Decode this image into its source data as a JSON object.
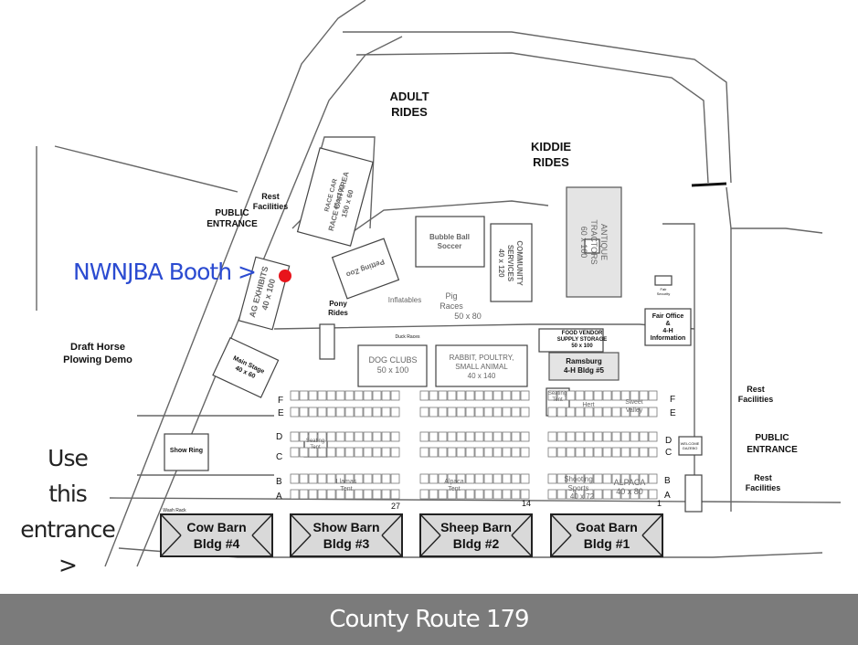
{
  "map": {
    "areas": {
      "adult_rides": [
        "ADULT",
        "RIDES"
      ],
      "kiddie_rides": [
        "KIDDIE",
        "RIDES"
      ],
      "public_entrance_nw": [
        "PUBLIC",
        "ENTRANCE"
      ],
      "public_entrance_e": [
        "PUBLIC",
        "ENTRANCE"
      ],
      "rest_nw": [
        "Rest",
        "Facilities"
      ],
      "rest_e1": [
        "Rest",
        "Facilities"
      ],
      "rest_e2": [
        "Rest",
        "Facilities"
      ],
      "draft_horse": [
        "Draft Horse",
        "Plowing Demo"
      ],
      "race_car": [
        "RACE CAR",
        "40 x 100"
      ],
      "race_car_area": [
        "RACE CAR AREA",
        "150 x 60"
      ],
      "ag_exhibits": [
        "AG EXHIBITS",
        "40 x 100"
      ],
      "petting_zoo": "Petting Zoo",
      "inflatables": "Inflatables",
      "bubble_ball": [
        "Bubble Ball",
        "Soccer"
      ],
      "pig_races": [
        "Pig",
        "Races",
        "50 x 80"
      ],
      "community_services": [
        "COMMUNITY",
        "SERVICES",
        "40 x 120"
      ],
      "antique_tractors": [
        "ANTIQUE",
        "TRACTORS",
        "60 x 160"
      ],
      "pony_rides": [
        "Pony",
        "Rides"
      ],
      "main_stage": [
        "Main Stage",
        "40 x 60"
      ],
      "dog_clubs": [
        "DOG CLUBS",
        "50 x 100"
      ],
      "rabbit_poultry": [
        "RABBIT, POULTRY,",
        "SMALL ANIMAL",
        "40 x 140"
      ],
      "food_vendor": [
        "FOOD VENDOR",
        "SUPPLY STORAGE",
        "50 x 100"
      ],
      "ramsburg": [
        "Ramsburg",
        "4-H Bldg #5"
      ],
      "fair_office": [
        "Fair Office",
        "&",
        "4-H",
        "Information"
      ],
      "fair_security": [
        "Fair",
        "Security"
      ],
      "show_ring": "Show Ring",
      "seating_tent_1": [
        "Seating",
        "Tent"
      ],
      "seating_tent_2": [
        "Seating",
        "Tent"
      ],
      "llamas_tent": [
        "Llamas",
        "Tent"
      ],
      "alpaca_tent": [
        "Alpaca",
        "Tent"
      ],
      "shooting_sports": [
        "Shooting",
        "Sports",
        "40 x 72"
      ],
      "alpaca": [
        "ALPACA",
        "40 x 80"
      ],
      "hert": "Hert",
      "sweet_valley": [
        "Sweet",
        "Valley"
      ],
      "welcome_gazebo": [
        "WELCOME",
        "GAZEBO"
      ],
      "duck_races": "Duck Races",
      "wash_rack": "Wash Rack",
      "row_letters": [
        "F",
        "E",
        "D",
        "C",
        "B",
        "A"
      ],
      "lot_numbers": [
        "27",
        "14",
        "1"
      ]
    },
    "barns": [
      {
        "name": "Cow Barn",
        "bldg": "Bldg #4"
      },
      {
        "name": "Show Barn",
        "bldg": "Bldg #3"
      },
      {
        "name": "Sheep Barn",
        "bldg": "Bldg #2"
      },
      {
        "name": "Goat Barn",
        "bldg": "Bldg #1"
      }
    ]
  },
  "overlay": {
    "booth_label": "NWNJBA Booth >",
    "booth_marker_color": "#e8141b",
    "entrance_hint": [
      "Use",
      "this",
      "entrance",
      ">"
    ],
    "road_name": "County Route 179"
  }
}
